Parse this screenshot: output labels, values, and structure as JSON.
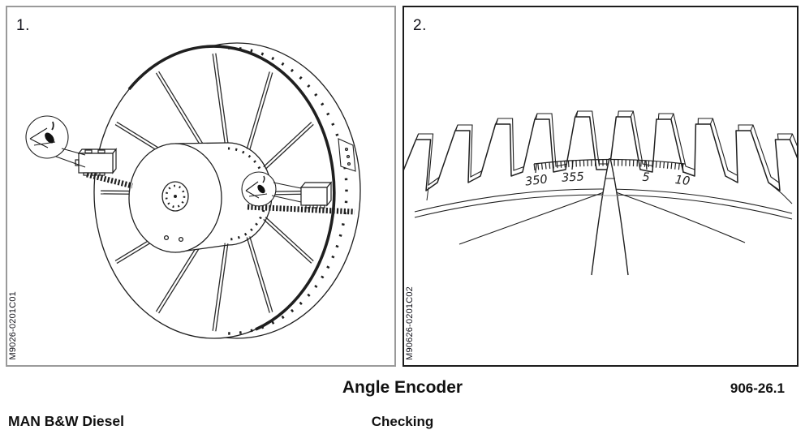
{
  "figure1": {
    "label": "1.",
    "drawing_number": "M9026-0201C01"
  },
  "figure2": {
    "label": "2.",
    "drawing_number": "M90626-0201C02",
    "scale_labels": [
      "350",
      "355",
      "5",
      "10"
    ]
  },
  "footer": {
    "title": "Angle Encoder",
    "section_number": "906-26.1",
    "manufacturer": "MAN B&W Diesel",
    "subtitle": "Checking"
  },
  "colors": {
    "ink": "#1f1f1f",
    "panel1_border": "#9a9a9a",
    "panel2_border": "#1c1c1c",
    "background": "#ffffff"
  }
}
